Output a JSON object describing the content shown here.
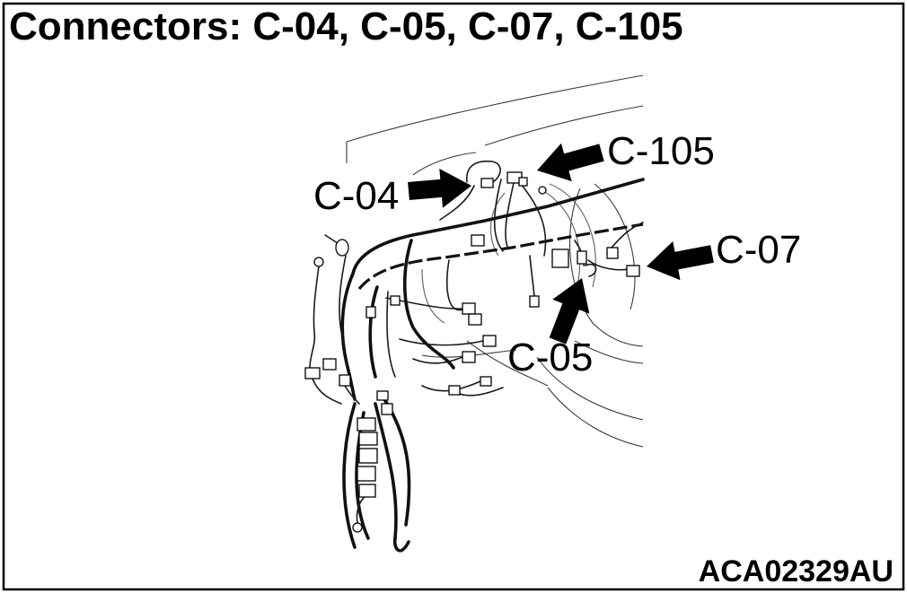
{
  "title": "Connectors: C-04, C-05, C-07, C-105",
  "labels": {
    "c04": "C-04",
    "c105": "C-105",
    "c07": "C-07",
    "c05": "C-05"
  },
  "reference": "ACA02329AU"
}
